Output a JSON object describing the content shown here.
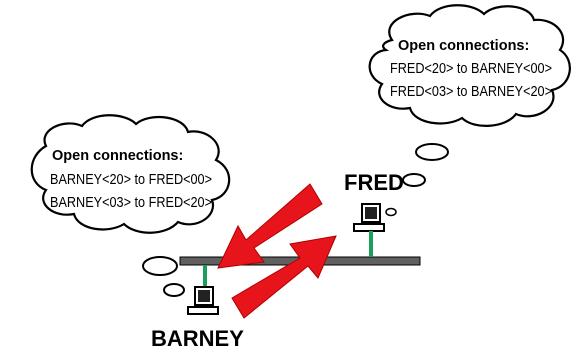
{
  "hosts": {
    "fred": {
      "name": "FRED"
    },
    "barney": {
      "name": "BARNEY"
    }
  },
  "fred_cloud": {
    "title": "Open connections:",
    "lines": [
      "FRED<20> to BARNEY<00>",
      "FRED<03> to BARNEY<20>"
    ]
  },
  "barney_cloud": {
    "title": "Open connections:",
    "lines": [
      "BARNEY<20> to FRED<00>",
      "BARNEY<03> to FRED<20>"
    ]
  },
  "colors": {
    "arrow": "#e8141c",
    "network_line": "#5a5a5a",
    "drop_cable": "#1aa05a",
    "outline": "#000000"
  }
}
